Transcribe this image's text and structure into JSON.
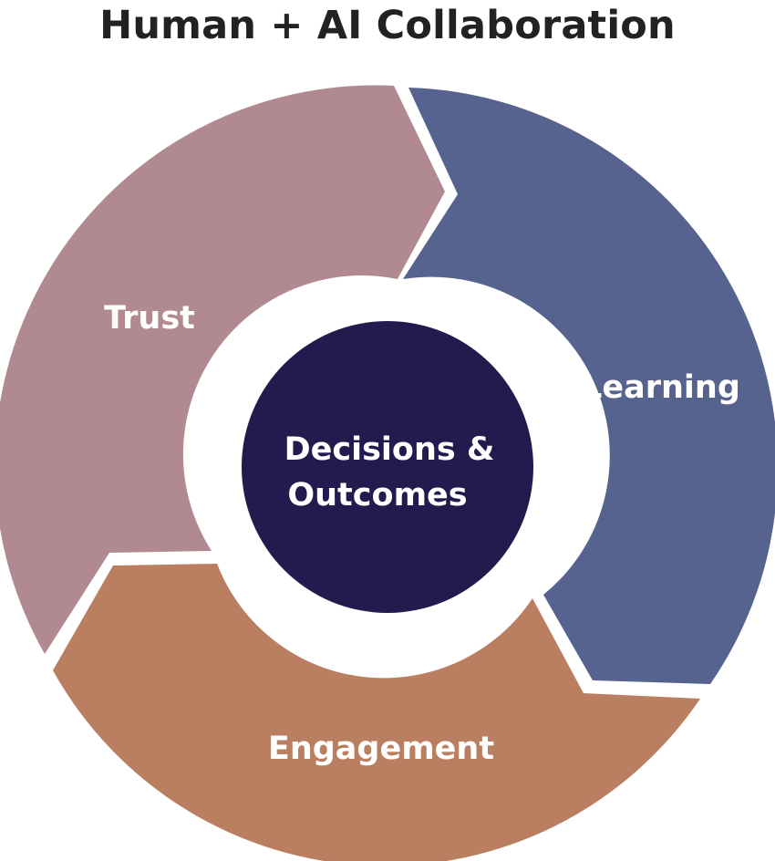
{
  "title": "Human + AI Collaboration",
  "segments": [
    {
      "id": "trust",
      "label": "Trust",
      "color": "#b08a90"
    },
    {
      "id": "learning",
      "label": "Learning",
      "color": "#56638e"
    },
    {
      "id": "engagement",
      "label": "Engagement",
      "color": "#b97f60"
    }
  ],
  "center": {
    "line1": "Decisions &",
    "line2": "Outcomes",
    "color": "#221b4d"
  },
  "colors": {
    "background": "#ffffff",
    "title": "#222222",
    "label": "#ffffff"
  }
}
